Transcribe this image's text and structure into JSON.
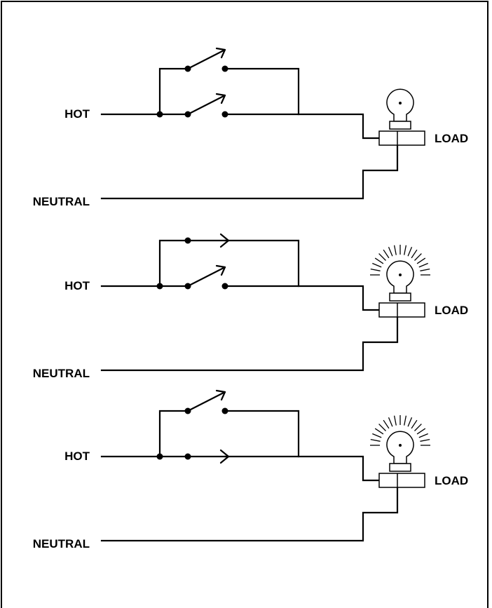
{
  "labels": {
    "hot": "HOT",
    "neutral": "NEUTRAL",
    "load": "LOAD"
  },
  "circuits": [
    {
      "top_switch": "open",
      "bottom_switch": "open",
      "lamp_lit": false
    },
    {
      "top_switch": "closed",
      "bottom_switch": "open",
      "lamp_lit": true
    },
    {
      "top_switch": "open",
      "bottom_switch": "closed",
      "lamp_lit": true
    }
  ],
  "colors": {
    "line": "#000000",
    "background": "#ffffff"
  }
}
